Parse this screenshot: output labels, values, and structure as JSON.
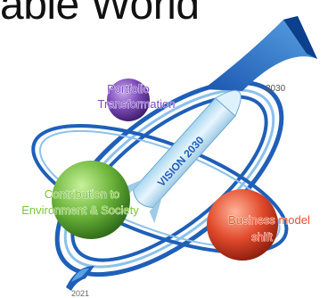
{
  "heading": "able World",
  "years": {
    "end": "2030",
    "start": "2021"
  },
  "rocket_label": "VISION 2030",
  "nodes": [
    {
      "label_lines": [
        "Portfolio",
        "Transformation"
      ],
      "color": "#6b3fa3"
    },
    {
      "label_lines": [
        "Contribution to",
        "Environment & Society"
      ],
      "color": "#6fb43c"
    },
    {
      "label_lines": [
        "Business model",
        "shift"
      ],
      "color": "#e64a2b"
    }
  ],
  "colors": {
    "orbit": "#1f5fb8",
    "orbit_light": "#8cc1ea",
    "rocket": "#bcdff2"
  }
}
